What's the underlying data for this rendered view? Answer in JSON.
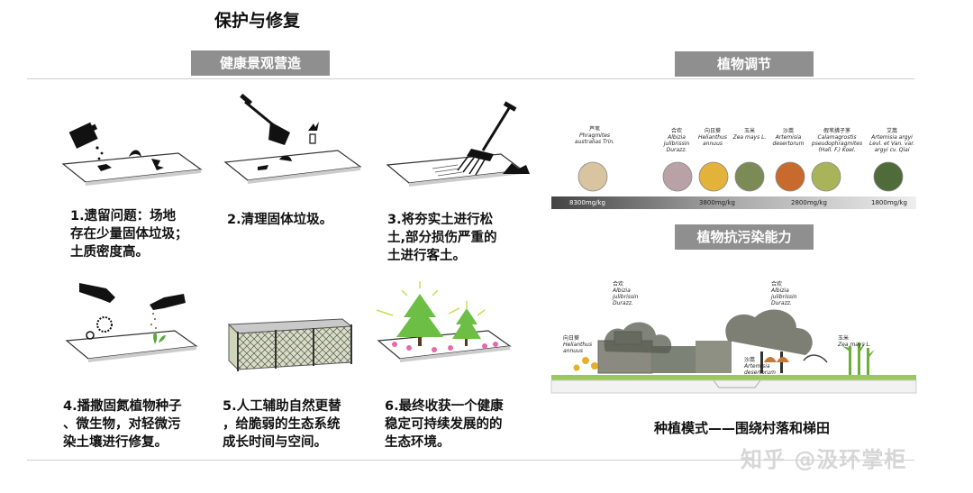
{
  "page": {
    "title": "保护与修复",
    "left_header": "健康景观营造",
    "right_header_top": "植物调节",
    "right_header_mid": "植物抗污染能力",
    "caption": "种植模式——围绕村落和梯田",
    "watermark": "知乎 @汲环掌柜"
  },
  "steps": [
    {
      "text": "1.遗留问题：场地\n存在少量固体垃圾；\n土质密度高。",
      "icon": "trash-pour-icon"
    },
    {
      "text": "2.清理固体垃圾。",
      "icon": "shovel-icon"
    },
    {
      "text": "3.将夯实土进行松\n土,部分损伤严重的\n土进行客土。",
      "icon": "rake-icon"
    },
    {
      "text": "4.播撒固氮植物种子\n、微生物，对轻微污\n染土壤进行修复。",
      "icon": "seeding-hands-icon"
    },
    {
      "text": "5.人工辅助自然更替\n，给脆弱的生态系统\n成长时间与空间。",
      "icon": "fence-enclosure-icon"
    },
    {
      "text": "6.最终收获一个健康\n稳定可持续发展的的\n生态环境。",
      "icon": "trees-icon"
    }
  ],
  "plants": [
    {
      "cn": "芦苇",
      "latin": "Phragmites\naustralias Trin.",
      "color": "#d9c4a0"
    },
    {
      "cn": "合欢",
      "latin": "Albizia\njulibrissin\nDurazz.",
      "color": "#b9a2a6"
    },
    {
      "cn": "向日葵",
      "latin": "Helianthus\nannuus",
      "color": "#e2b23a"
    },
    {
      "cn": "玉米",
      "latin": "Zea mays L.",
      "color": "#7c8a56"
    },
    {
      "cn": "沙蒿",
      "latin": "Artemisia\ndesertorum",
      "color": "#c86a2e"
    },
    {
      "cn": "假苇拂子茅",
      "latin": "Calamagrostis\npseudophragmites\n(Hall. F.) Koel.",
      "color": "#a9b45a"
    },
    {
      "cn": "艾蒿",
      "latin": "Artemisia argyi\nLevl. et Van. var.\nargyi cv. Qiai",
      "color": "#4f6b3a"
    }
  ],
  "concentration_labels": [
    "8300mg/kg",
    "3800mg/kg",
    "2800mg/kg",
    "1800mg/kg"
  ],
  "section_labels": [
    {
      "cn": "合欢",
      "latin": "Albizia\njulibrissin\nDurazz."
    },
    {
      "cn": "合欢",
      "latin": "Albizia\njulibrissin\nDurazz."
    },
    {
      "cn": "向日葵",
      "latin": "Helianthus\nannuus"
    },
    {
      "cn": "玉米",
      "latin": "Zea mays L."
    },
    {
      "cn": "沙蒿",
      "latin": "Artemisia\ndesertorum"
    }
  ]
}
